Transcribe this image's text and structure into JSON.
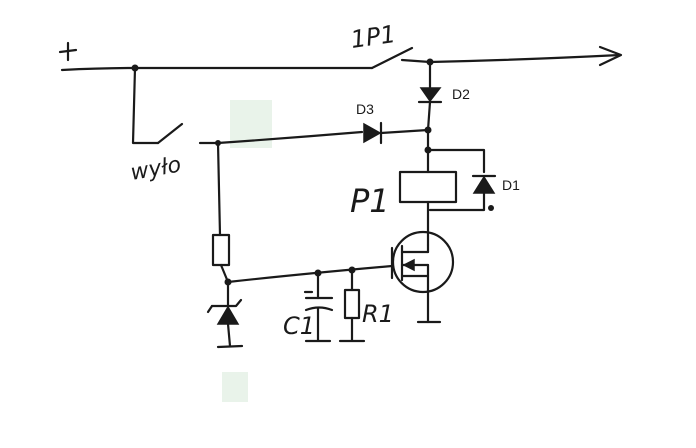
{
  "labels": {
    "plus": "+",
    "relay_contact": "1P1",
    "switch": "wyło",
    "diode_d3": "D3",
    "diode_d2": "D2",
    "diode_d1": "D1",
    "relay_coil": "P1",
    "capacitor": "C1",
    "resistor": "R1"
  },
  "colors": {
    "ink": "#1a1a1a",
    "paper": "#ffffff",
    "smudge": "#e9f3ea"
  }
}
